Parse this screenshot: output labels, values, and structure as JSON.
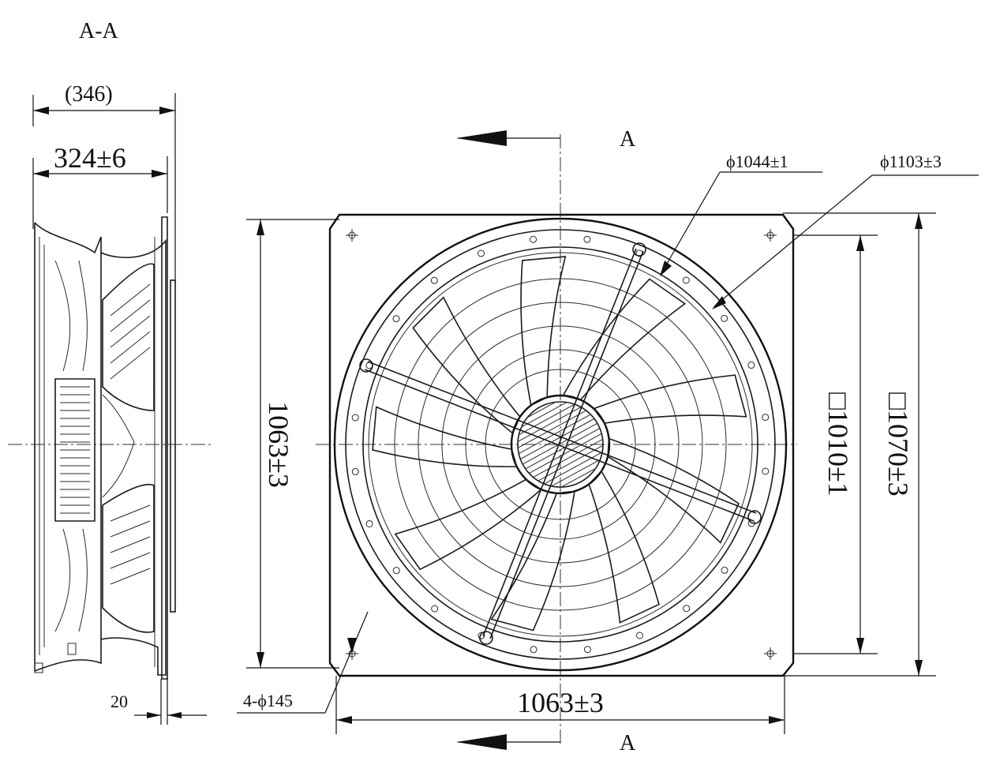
{
  "section": {
    "title": "A-A",
    "overall_depth": "(346)",
    "depth": "324±6",
    "flange_thickness": "20"
  },
  "front_view": {
    "section_mark_top": "A",
    "section_mark_bottom": "A",
    "dia_inner": "ϕ1044±1",
    "dia_outer": "ϕ1103±3",
    "square_inner": "□1010±1",
    "square_outer": "□1070±3",
    "height": "1063±3",
    "width": "1063±3",
    "holes": "4-ϕ145"
  }
}
